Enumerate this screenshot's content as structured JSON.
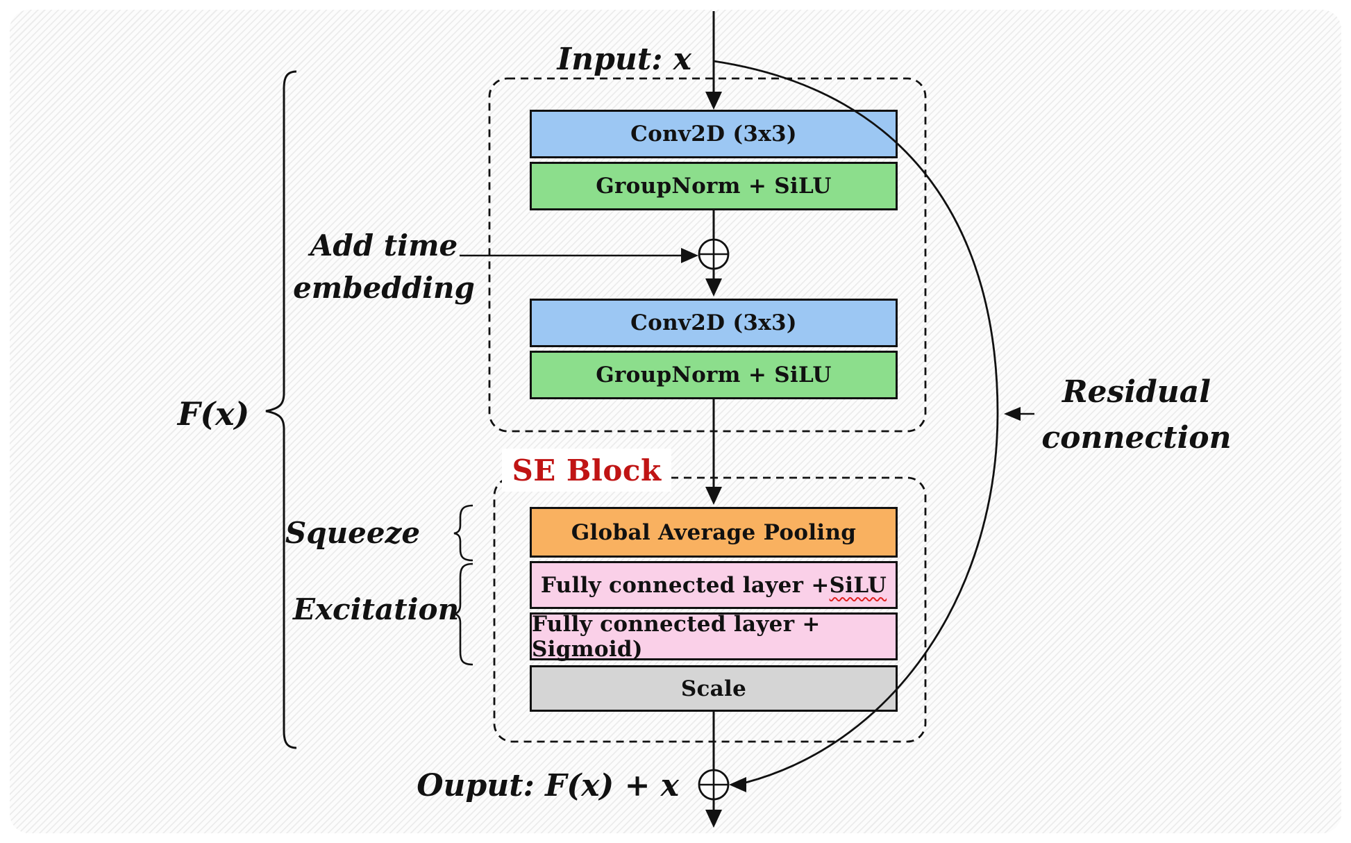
{
  "diagram": {
    "labels": {
      "input": "Input: x",
      "add_time_line1": "Add time",
      "add_time_line2": "embedding",
      "fx": "F(x)",
      "residual_line1": "Residual",
      "residual_line2": "connection",
      "se_block": "SE Block",
      "squeeze": "Squeeze",
      "excitation": "Excitation",
      "output": "Ouput: F(x) + x"
    },
    "blocks": {
      "conv1": "Conv2D (3x3)",
      "gn1": "GroupNorm + SiLU",
      "conv2": "Conv2D (3x3)",
      "gn2": "GroupNorm + SiLU",
      "gap": "Global Average Pooling",
      "fc1_prefix": "Fully connected layer + ",
      "fc1_suffix": "SiLU",
      "fc2": "Fully connected layer + Sigmoid)",
      "scale": "Scale"
    },
    "colors": {
      "conv": "#9cc7f3",
      "norm": "#8cde8c",
      "pool": "#f9b160",
      "fc": "#fad0e8",
      "scale": "#d5d5d5",
      "se_label": "#c01414",
      "stroke": "#111111"
    }
  }
}
